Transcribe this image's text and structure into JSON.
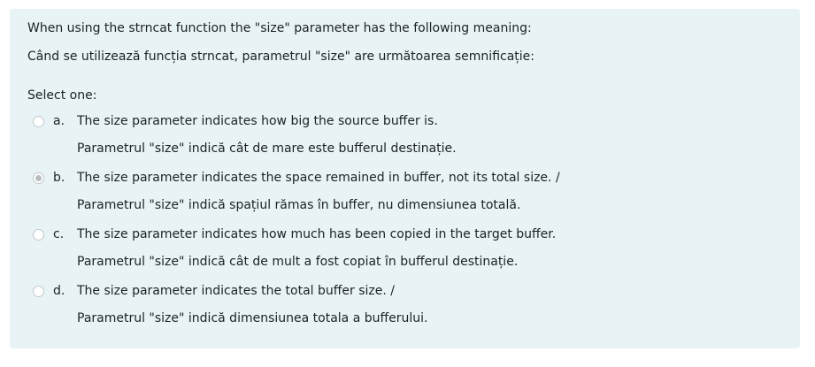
{
  "question": {
    "text_en": "When using the strncat function the \"size\" parameter has the following meaning:",
    "text_ro": "Când se utilizează funcția strncat, parametrul \"size\" are următoarea semnificație:",
    "prompt": "Select one:"
  },
  "options": [
    {
      "letter": "a.",
      "line1": "The size parameter indicates how big the source buffer is.",
      "line2": "Parametrul \"size\" indică cât de mare este bufferul destinație.",
      "selected": false
    },
    {
      "letter": "b.",
      "line1": "The size parameter indicates the space remained in buffer, not its total size. /",
      "line2": "Parametrul \"size\" indică spațiul rămas în buffer, nu dimensiunea totală.",
      "selected": true
    },
    {
      "letter": "c.",
      "line1": "The size parameter indicates how much has been copied in the target buffer.",
      "line2": "Parametrul \"size\" indică cât de mult a fost copiat în bufferul destinație.",
      "selected": false
    },
    {
      "letter": "d.",
      "line1": "The size parameter indicates the total buffer size. /",
      "line2": "Parametrul \"size\" indică dimensiunea totala a bufferului.",
      "selected": false
    }
  ],
  "colors": {
    "background": "#e7f3f5",
    "text": "#1d2125",
    "radio_border": "#c4c8cc",
    "radio_checked": "#b9bcbf"
  }
}
